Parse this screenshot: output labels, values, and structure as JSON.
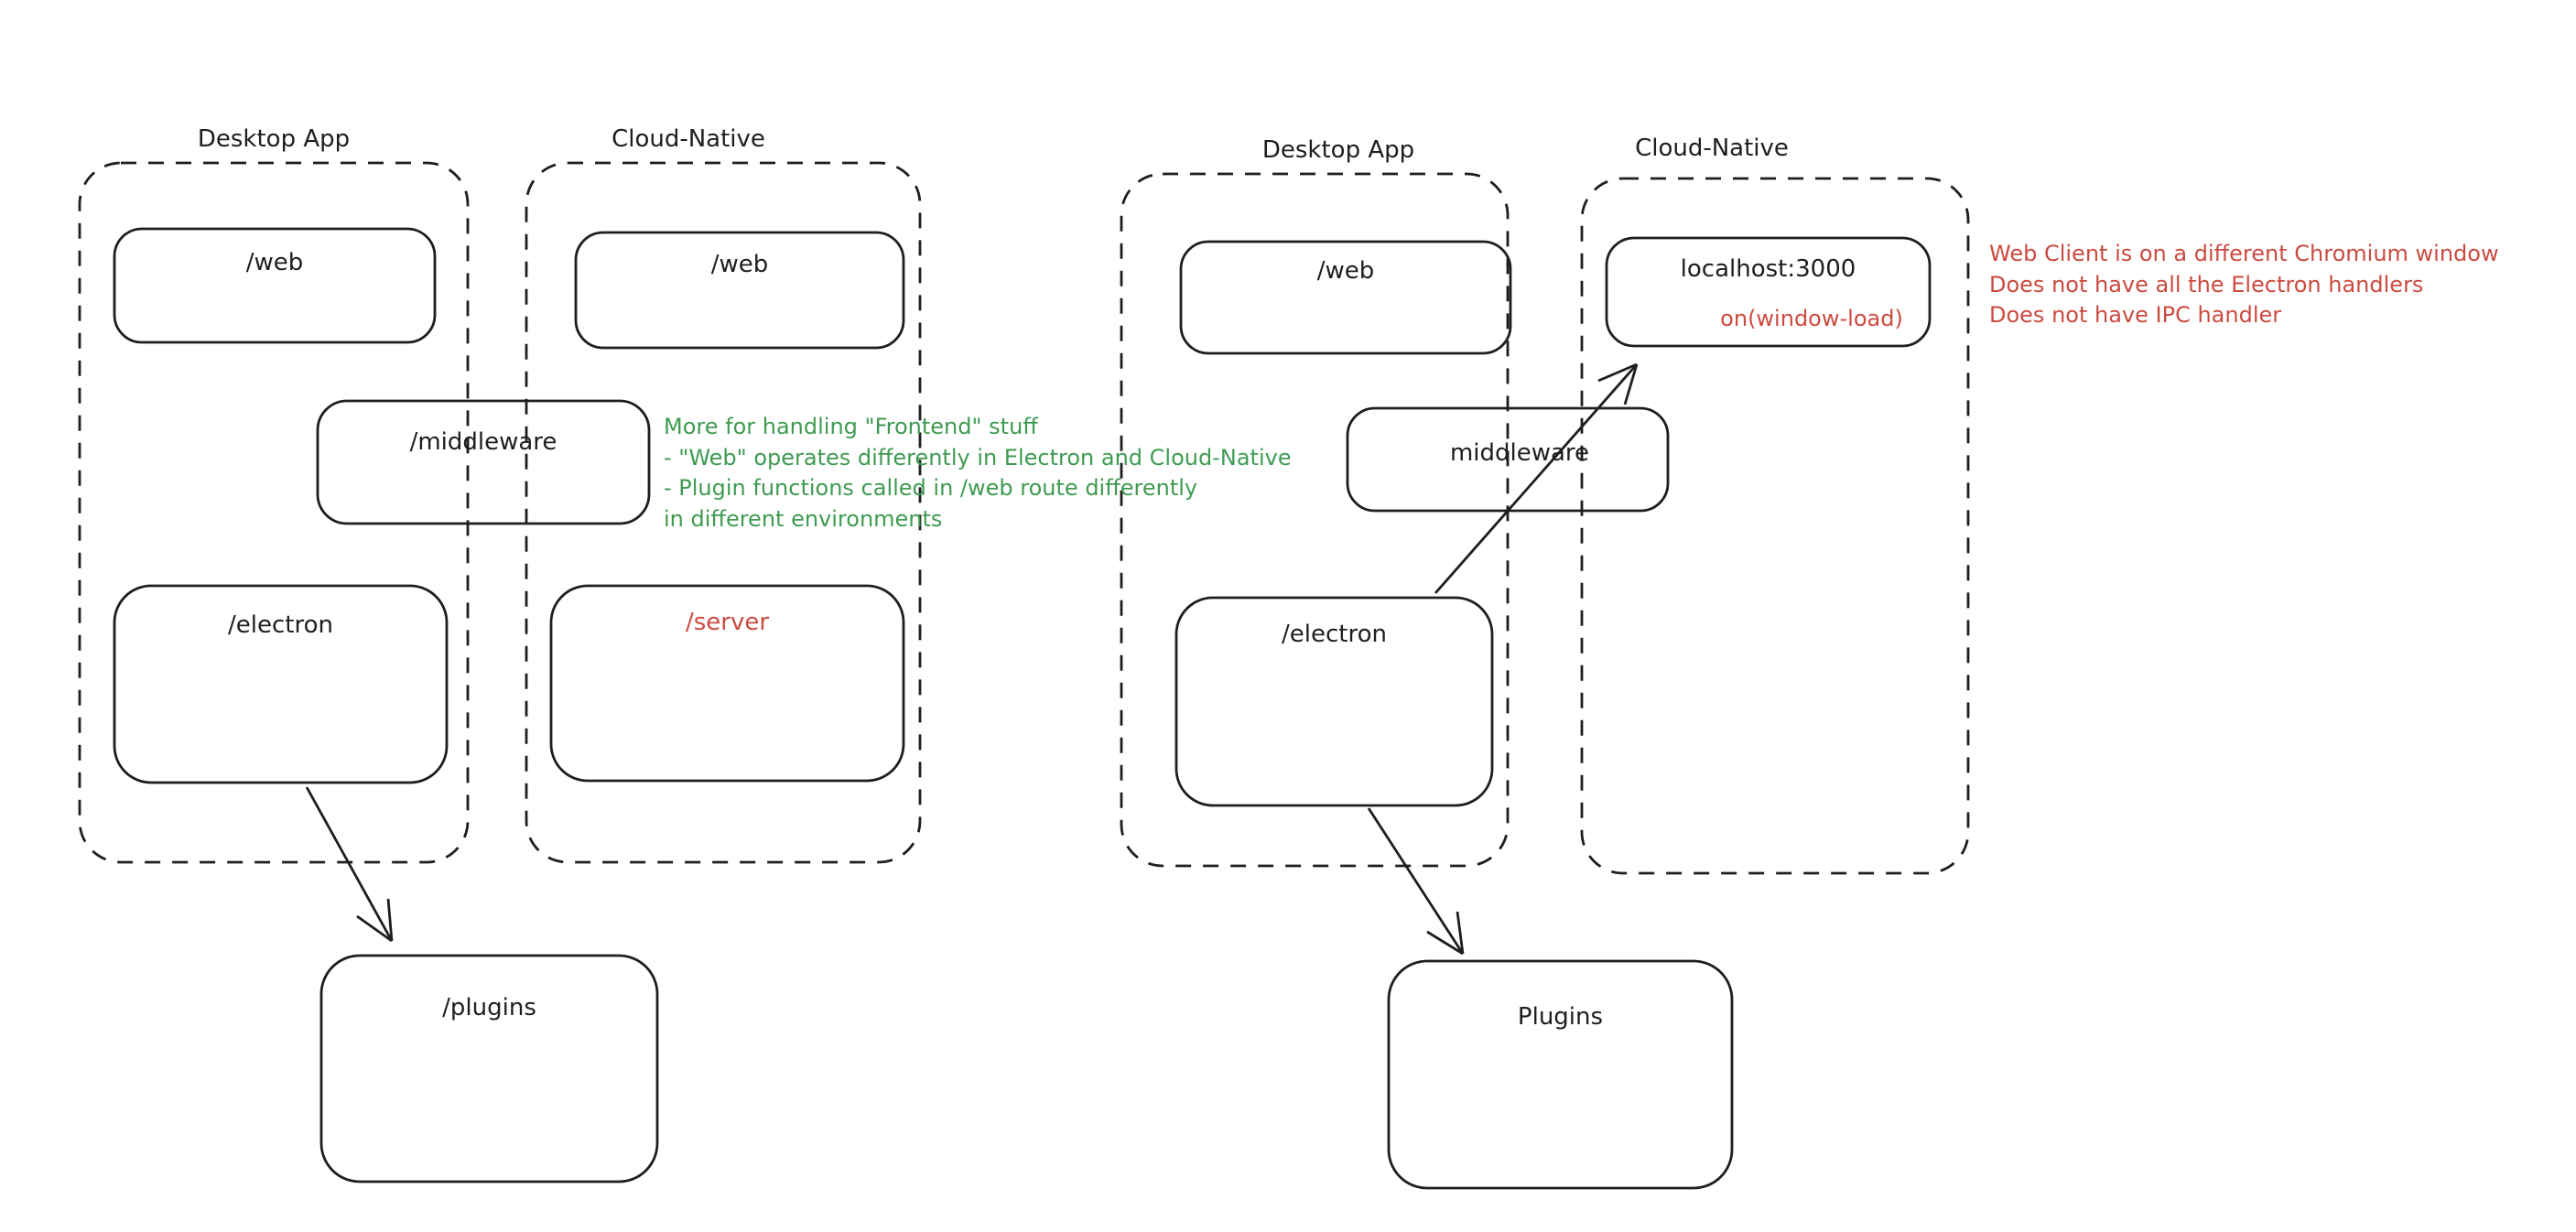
{
  "colors": {
    "ink": "#1e1e1e",
    "green_note": "#3f9b52",
    "red_note": "#cb4b41",
    "background": "#ffffff"
  },
  "left_diagram": {
    "desktop_group_label": "Desktop App",
    "cloud_group_label": "Cloud-Native",
    "boxes": {
      "web_desktop": "/web",
      "web_cloud": "/web",
      "middleware": "/middleware",
      "electron": "/electron",
      "server": "/server",
      "plugins": "/plugins"
    },
    "green_note_lines": [
      "More for handling \"Frontend\" stuff",
      "- \"Web\" operates differently in Electron and Cloud-Native",
      "- Plugin functions called in /web route differently",
      "in different environments"
    ]
  },
  "right_diagram": {
    "desktop_group_label": "Desktop App",
    "cloud_group_label": "Cloud-Native",
    "boxes": {
      "web_desktop": "/web",
      "localhost": "localhost:3000",
      "localhost_event": "on(window-load)",
      "middleware": "middleware",
      "electron": "/electron",
      "plugins": "Plugins"
    },
    "red_note_lines": [
      "Web Client is on a different Chromium window",
      "Does not have all the Electron handlers",
      "Does not have IPC handler"
    ]
  }
}
